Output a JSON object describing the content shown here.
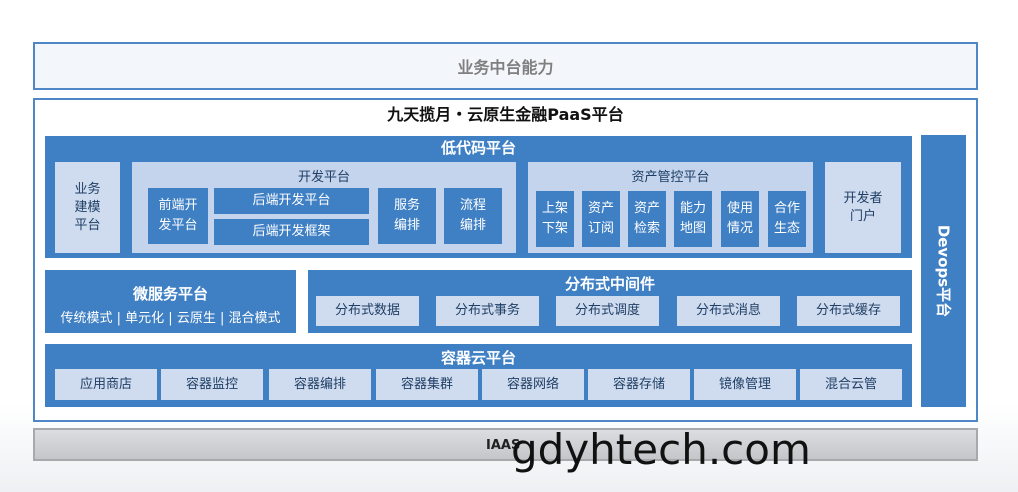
{
  "top_banner": "业务中台能力",
  "platform_title": "九天揽月・云原生金融PaaS平台",
  "low_code": {
    "title": "低代码平台",
    "business_model": "业务\n建模\n平台",
    "dev_platform": {
      "title": "开发平台",
      "frontend": "前端开\n发平台",
      "backend_platform": "后端开发平台",
      "backend_framework": "后端开发框架",
      "service": "服务\n编排",
      "flow": "流程\n编排"
    },
    "asset_platform": {
      "title": "资产管控平台",
      "items": [
        "上架\n下架",
        "资产\n订阅",
        "资产\n检索",
        "能力\n地图",
        "使用\n情况",
        "合作\n生态"
      ]
    },
    "developer_portal": "开发者\n门户"
  },
  "microservice": {
    "title": "微服务平台",
    "modes": "传统模式 | 单元化 | 云原生 | 混合模式"
  },
  "middleware": {
    "title": "分布式中间件",
    "items": [
      "分布式数据",
      "分布式事务",
      "分布式调度",
      "分布式消息",
      "分布式缓存"
    ]
  },
  "container": {
    "title": "容器云平台",
    "items": [
      "应用商店",
      "容器监控",
      "容器编排",
      "容器集群",
      "容器网络",
      "容器存储",
      "镜像管理",
      "混合云管"
    ]
  },
  "devops": "Devops平台",
  "iaas": "IAAS",
  "watermark": "gdyhtech.com"
}
